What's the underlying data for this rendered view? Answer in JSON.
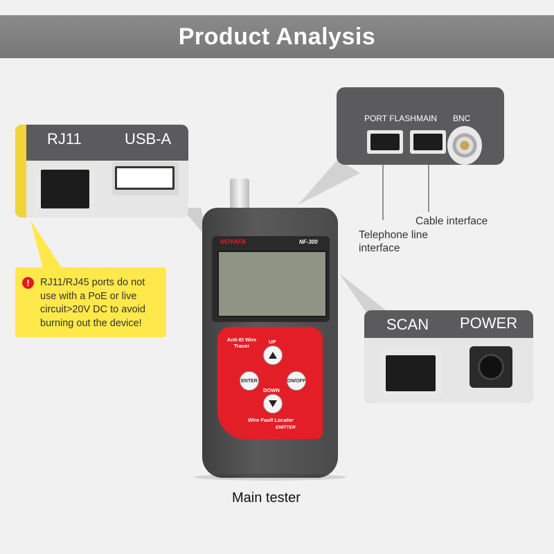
{
  "header": {
    "title": "Product Analysis"
  },
  "left_panel": {
    "port1": "RJ11",
    "port2": "USB-A"
  },
  "top_right_panel": {
    "port1": "PORT FLASH",
    "port2": "MAIN",
    "port3": "BNC"
  },
  "right_panel": {
    "port1": "SCAN",
    "port2": "POWER"
  },
  "warning": {
    "icon": "exclamation-icon",
    "text": "RJ11/RJ45 ports do not use with a PoE or live circuit>20V DC to avoid burning out the device!"
  },
  "captions": {
    "telephone": "Telephone line interface",
    "cable": "Cable interface",
    "main": "Main tester"
  },
  "device": {
    "brand": "NOYAFA",
    "model": "NF-300",
    "panel_text": "Anti-EI Wire Tracer",
    "btn_up": "UP",
    "btn_down": "DOWN",
    "btn_enter": "ENTER",
    "btn_onoff": "ON/OFF",
    "footer1": "Wire Fault Locator",
    "footer2": "EMITTER"
  },
  "colors": {
    "header": "#7f7f7f",
    "panel": "#5b5b5d",
    "warning": "#ffe84a",
    "device_red": "#e41e26"
  }
}
